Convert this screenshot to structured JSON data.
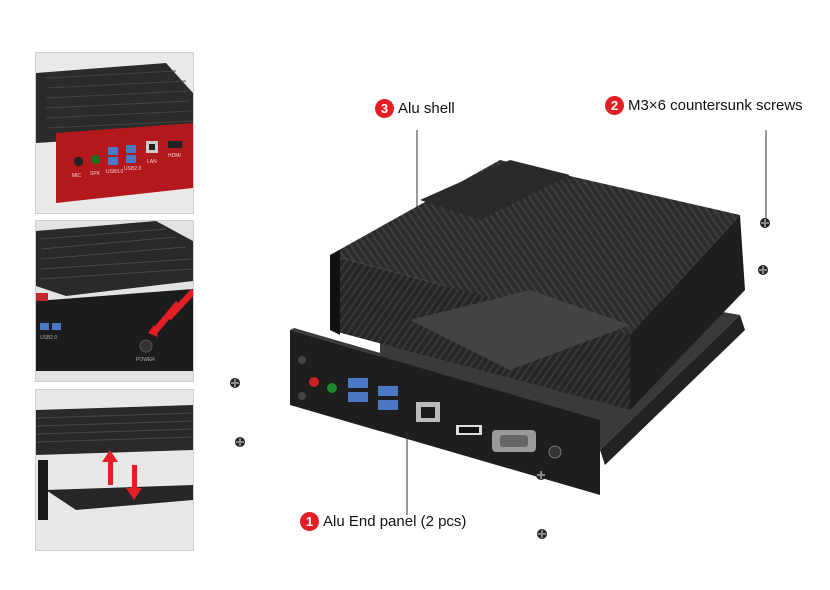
{
  "callouts": [
    {
      "number": "3",
      "label": "Alu shell"
    },
    {
      "number": "2",
      "label": "M3×6 countersunk screws"
    },
    {
      "number": "1",
      "label": "Alu End panel (2 pcs)"
    }
  ],
  "thumbnails": [
    {
      "port_labels": [
        "MIC",
        "SPK",
        "USB3.0",
        "USB2.0",
        "LAN",
        "HDMI"
      ],
      "accent_color": "#b3191c"
    },
    {
      "port_labels": [
        "USB2.0",
        "POWER"
      ]
    },
    {}
  ],
  "colors": {
    "callout_badge": "#e31e24",
    "shell": "#2a2a2a",
    "panel": "#1e1e1e",
    "usb_port": "#4a78c4",
    "arrows": "#e31e24"
  },
  "icons": [
    "screw-icon",
    "arrow-icon"
  ]
}
